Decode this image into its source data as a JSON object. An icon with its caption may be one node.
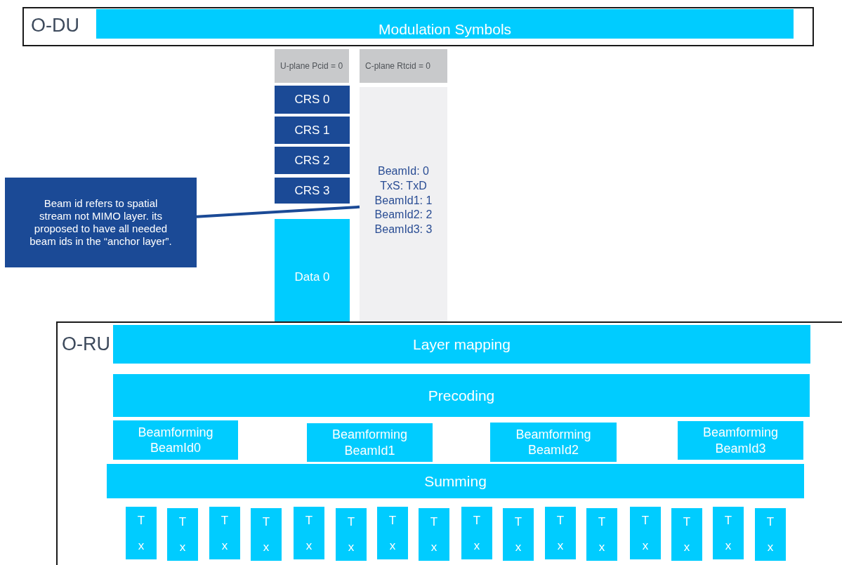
{
  "diagram": {
    "nodes": [
      {
        "text": [
          "O-DU"
        ]
      },
      {
        "text": [
          "Modulation Symbols"
        ],
        "in": 0
      },
      {
        "text": [
          "U-plane Pcid = 0"
        ]
      },
      {
        "text": [
          "C-plane Rtcid = 0"
        ]
      },
      {
        "text": [
          "CRS 0"
        ]
      },
      {
        "text": [
          "CRS 1"
        ]
      },
      {
        "text": [
          "CRS 2"
        ]
      },
      {
        "text": [
          "CRS 3"
        ]
      },
      {
        "text": [
          "Data 0"
        ]
      },
      {
        "text": [
          "BeamId: 0 TxS: TxD BeamId1: 1 BeamId2: 2 BeamId3: 3"
        ]
      },
      {
        "text": [
          "Beam id refers to spatial stream not MIMO layer. its proposed to have all needed beam ids in the “anchor layer”."
        ]
      },
      {
        "text": [
          "O-RU"
        ]
      },
      {
        "text": [
          "Layer mapping"
        ],
        "in": 11
      },
      {
        "text": [
          "Precoding"
        ],
        "in": 11
      },
      {
        "text": [
          "Beamforming BeamId0"
        ],
        "in": 11
      },
      {
        "text": [
          "Beamforming BeamId1"
        ],
        "in": 11
      },
      {
        "text": [
          "Beamforming BeamId2"
        ],
        "in": 11
      },
      {
        "text": [
          "Beamforming BeamId3"
        ],
        "in": 11
      },
      {
        "text": [
          "Summing"
        ],
        "in": 11
      },
      {
        "text": [
          "T x"
        ],
        "in": 11
      },
      {
        "text": [
          "T x"
        ],
        "in": 11
      },
      {
        "text": [
          "T x"
        ],
        "in": 11
      },
      {
        "text": [
          "T x"
        ],
        "in": 11
      },
      {
        "text": [
          "T x"
        ],
        "in": 11
      },
      {
        "text": [
          "T x"
        ],
        "in": 11
      },
      {
        "text": [
          "T x"
        ],
        "in": 11
      },
      {
        "text": [
          "T x"
        ],
        "in": 11
      },
      {
        "text": [
          "T x"
        ],
        "in": 11
      },
      {
        "text": [
          "T x"
        ],
        "in": 11
      },
      {
        "text": [
          "T x"
        ],
        "in": 11
      },
      {
        "text": [
          "T x"
        ],
        "in": 11
      },
      {
        "text": [
          "T x"
        ],
        "in": 11
      },
      {
        "text": [
          "T x"
        ],
        "in": 11
      },
      {
        "text": [
          "T x"
        ],
        "in": 11
      },
      {
        "text": [
          "T x"
        ],
        "in": 11
      }
    ],
    "edges": [
      {
        "from": 10,
        "to": 9,
        "arrow": "none"
      }
    ]
  }
}
